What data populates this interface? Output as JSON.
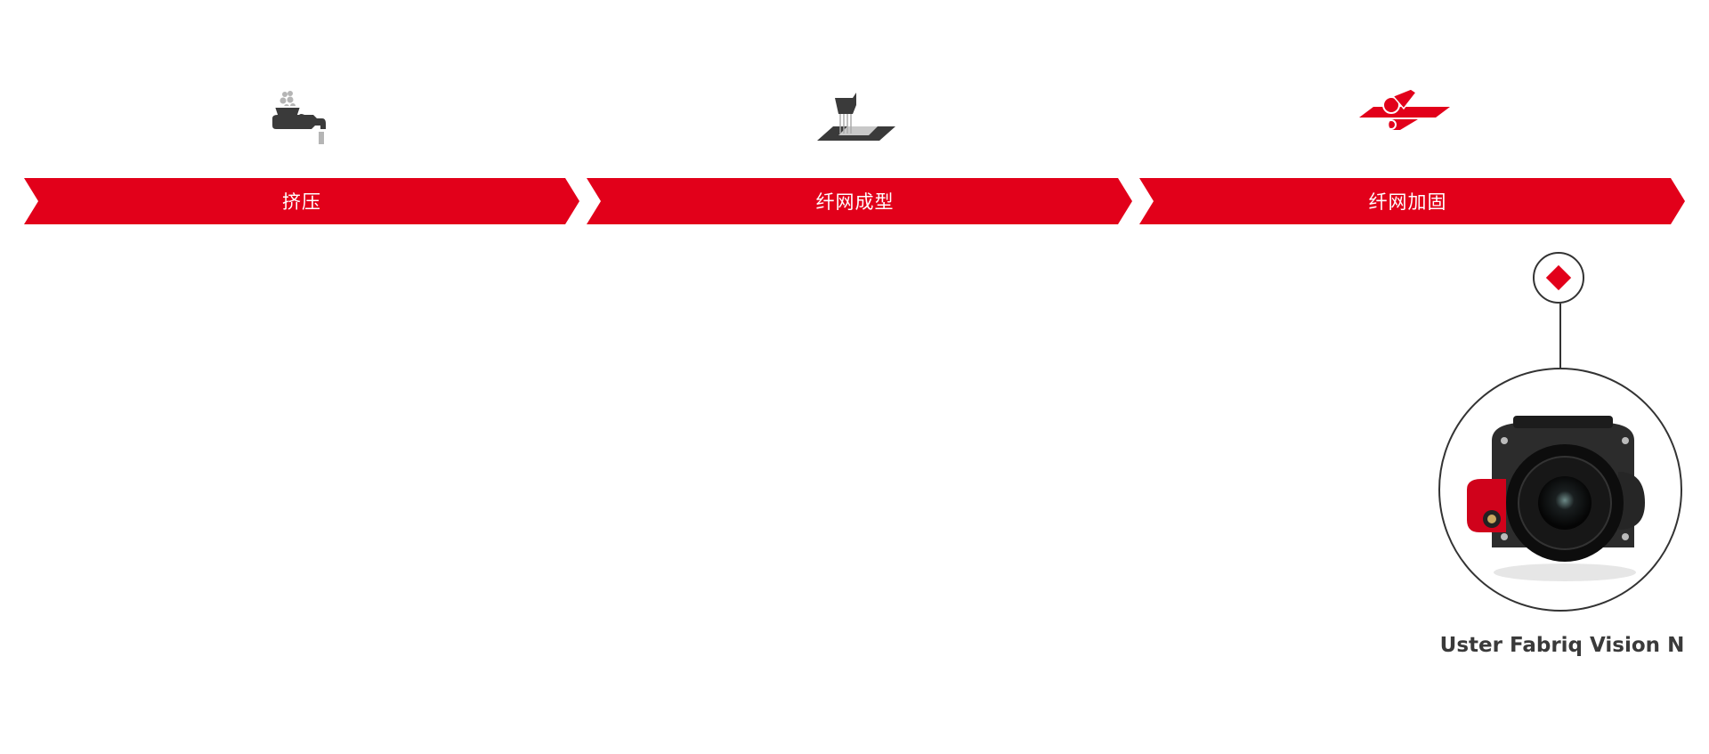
{
  "stages": [
    {
      "label": "挤压",
      "icon": "extrusion-icon"
    },
    {
      "label": "纤网成型",
      "icon": "web-forming-icon"
    },
    {
      "label": "纤网加固",
      "icon": "web-bonding-icon"
    }
  ],
  "product": {
    "name": "Uster Fabriq Vision N",
    "marker_icon": "diamond-icon"
  },
  "colors": {
    "accent": "#e2001a",
    "dark": "#3a3a3a",
    "grey": "#b5b5b5"
  }
}
